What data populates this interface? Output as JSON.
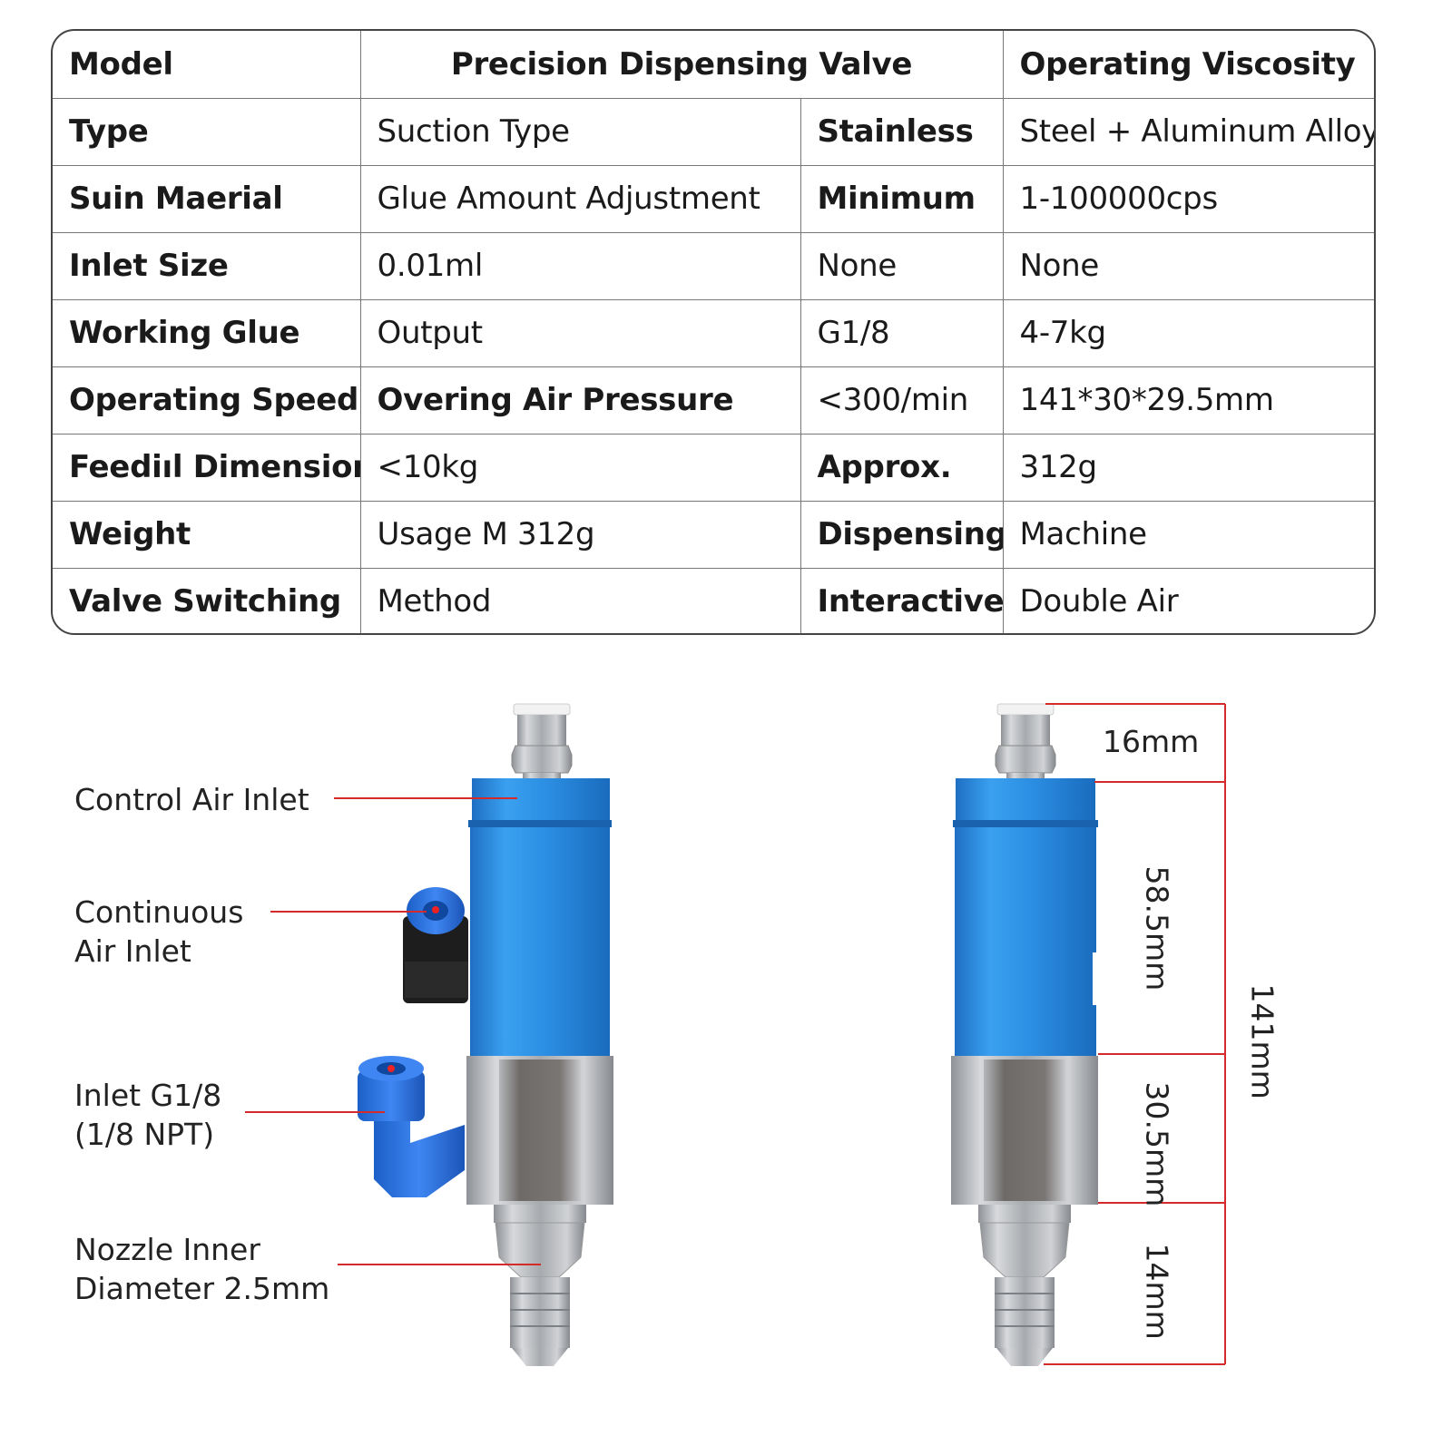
{
  "table": {
    "header": [
      "Model",
      "Precision Dispensing Valve",
      "Operating Viscosity"
    ],
    "rows": [
      [
        "Type",
        "Suction Type",
        "Stainless",
        "Steel + Aluminum Alloy"
      ],
      [
        "Suin Maerial",
        "Glue Amount Adjustment",
        "Minimum",
        "1-100000cps"
      ],
      [
        "Inlet Size",
        "0.01ml",
        "None",
        "None"
      ],
      [
        "Working Glue",
        "Output",
        "G1/8",
        "4-7kg"
      ],
      [
        "Operating Speed",
        "Overing Air Pressure",
        "<300/min",
        "141*30*29.5mm"
      ],
      [
        "Feediıl Dimension",
        "<10kg",
        "Approx.",
        "312g"
      ],
      [
        "Weight",
        "Usage M 312g",
        "Dispensing",
        "Machine"
      ],
      [
        "Valve Switching",
        "Method",
        "Interactive",
        "Double Air"
      ]
    ]
  },
  "callouts": {
    "control_air_inlet": "Control Air Inlet",
    "continuous_air_inlet": "Continuous\nAir Inlet",
    "inlet_g18": "Inlet G1/8\n(1/8 NPT)",
    "nozzle": "Nozzle Inner\nDiameter 2.5mm"
  },
  "dimensions": {
    "d1": "16mm",
    "d2": "58.5mm",
    "d3": "30.5mm",
    "d4": "14mm",
    "total": "141mm"
  },
  "colors": {
    "valve_blue": "#2f8fe0",
    "leader_red": "#d42a2a",
    "steel": "#b9bcc0"
  }
}
